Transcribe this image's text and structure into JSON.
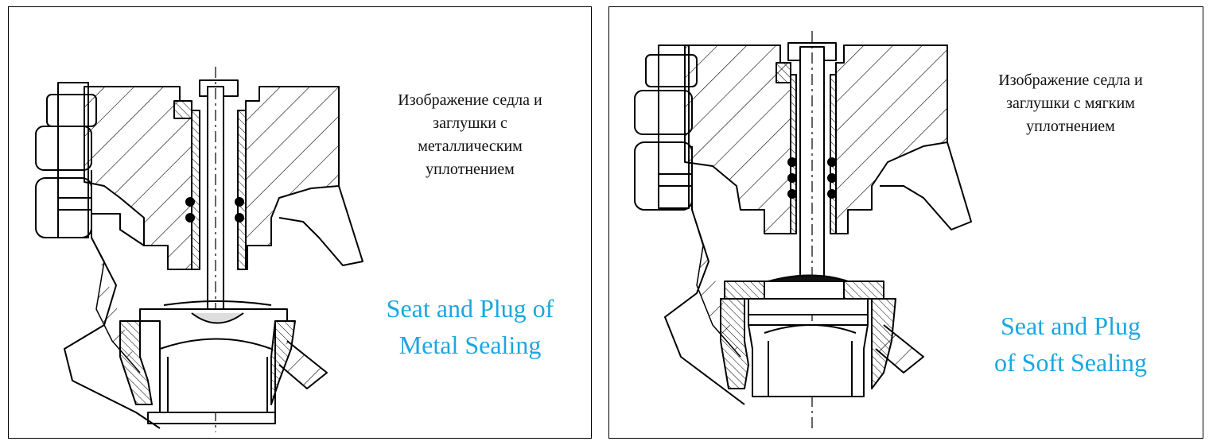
{
  "panels": [
    {
      "ru_caption": [
        "Изображение седла и",
        "заглушки с",
        "металлическим",
        "уплотнением"
      ],
      "en_caption": [
        "Seat and Plug of",
        "Metal Sealing"
      ]
    },
    {
      "ru_caption": [
        "Изображение седла и",
        "заглушки с мягким",
        "уплотнением"
      ],
      "en_caption": [
        "Seat and Plug",
        "of Soft Sealing"
      ]
    }
  ],
  "colors": {
    "caption_en": "#1aa7e0",
    "caption_ru": "#111111",
    "line": "#000000"
  }
}
